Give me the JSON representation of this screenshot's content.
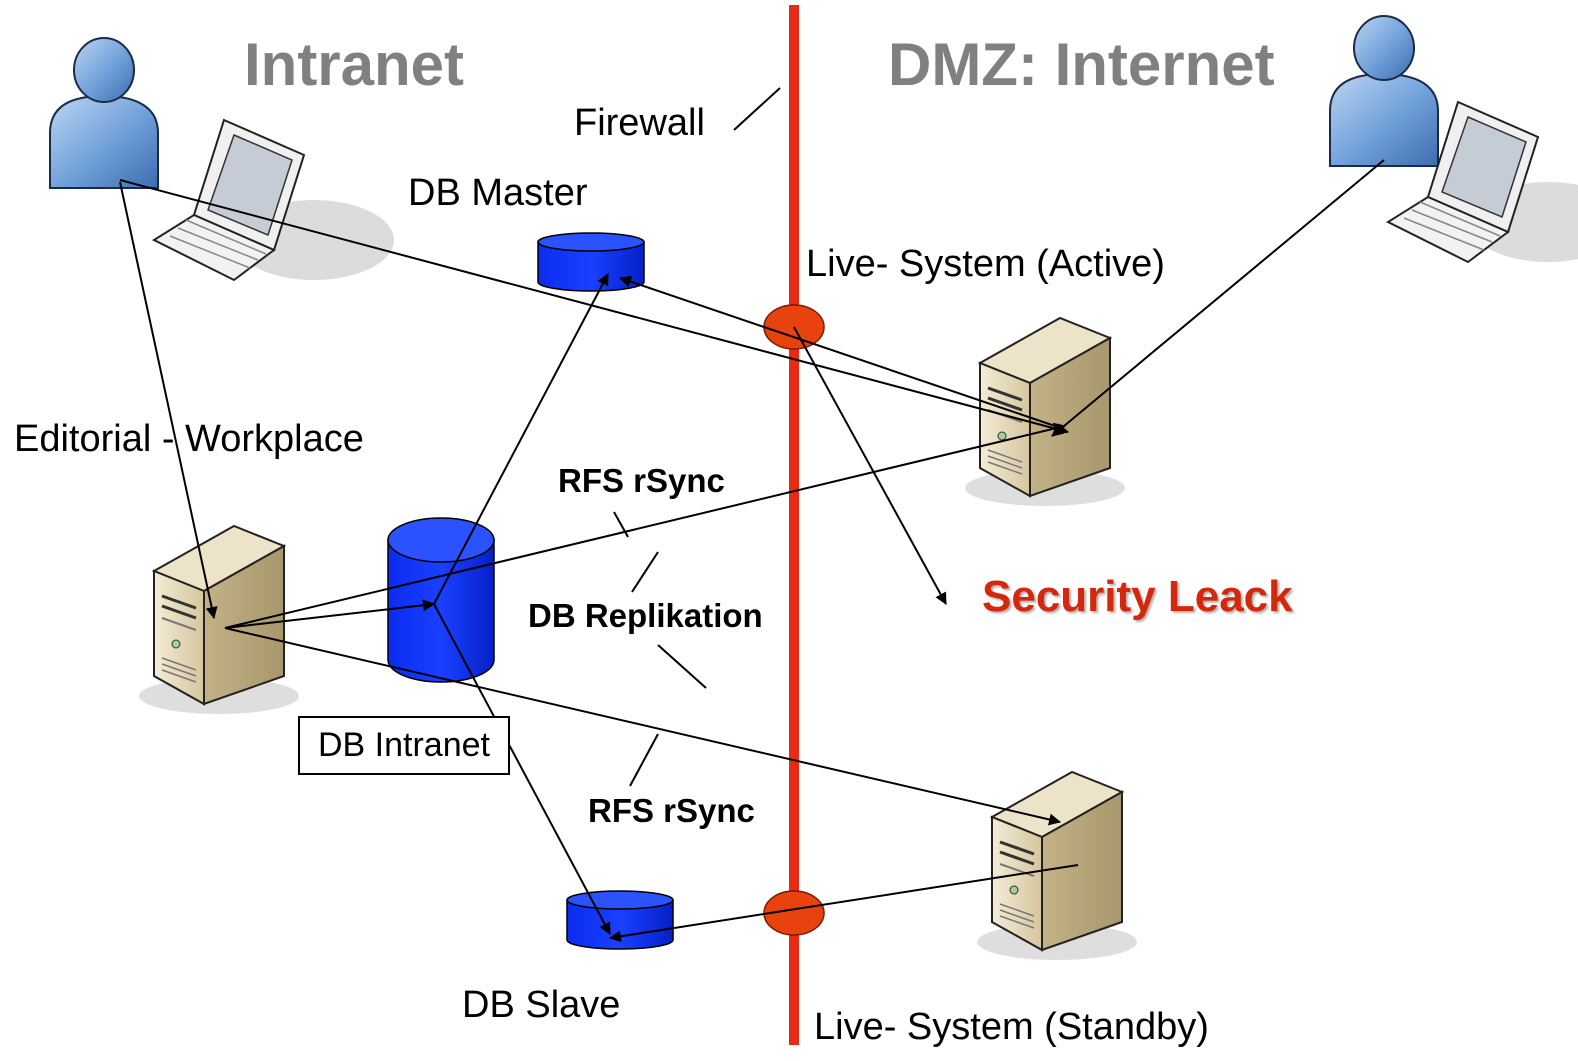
{
  "zones": {
    "intranet": "Intranet",
    "dmz": "DMZ: Internet"
  },
  "labels": {
    "firewall": "Firewall",
    "db_master": "DB Master",
    "live_active": "Live- System (Active)",
    "editorial": "Editorial - Workplace",
    "rfs_rsync_top": "RFS rSync",
    "db_replikation": "DB Replikation",
    "security_leak": "Security Leack",
    "db_intranet": "DB Intranet",
    "rfs_rsync_bottom": "RFS rSync",
    "db_slave": "DB Slave",
    "live_standby": "Live- System (Standby)"
  },
  "colors": {
    "firewall": "#e62a14",
    "breach": "#e8420f",
    "database": "#0a2cf0",
    "person": "#5b8fd0",
    "server": "#e2d6b4",
    "security_leak": "#d4280c",
    "zone_title": "#808080"
  }
}
